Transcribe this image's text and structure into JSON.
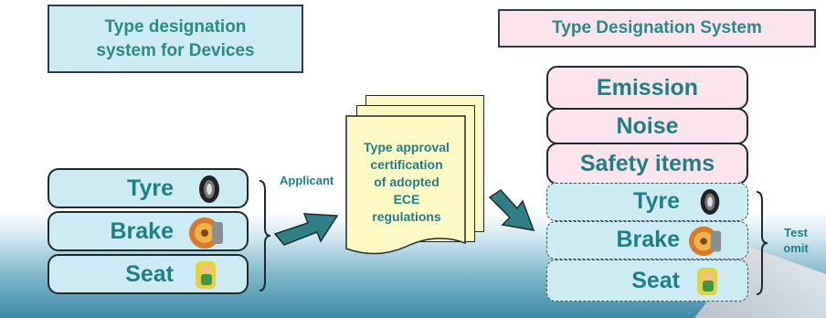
{
  "left_title": {
    "line1": "Type designation",
    "line2": "system for Devices"
  },
  "right_title": "Type Designation System",
  "devices": [
    {
      "label": "Tyre",
      "icon": "tyre-icon"
    },
    {
      "label": "Brake",
      "icon": "brake-disc-icon"
    },
    {
      "label": "Seat",
      "icon": "child-seat-icon"
    }
  ],
  "applicant_label": "Applicant",
  "document": {
    "line1": "Type approval",
    "line2": "certification",
    "line3": "of adopted",
    "line4": "ECE",
    "line5": "regulations"
  },
  "system_items": [
    {
      "label": "Emission"
    },
    {
      "label": "Noise"
    },
    {
      "label": "Safety items"
    }
  ],
  "system_devices": [
    {
      "label": "Tyre",
      "icon": "tyre-icon"
    },
    {
      "label": "Brake",
      "icon": "brake-disc-icon"
    },
    {
      "label": "Seat",
      "icon": "child-seat-icon"
    }
  ],
  "test_omit": {
    "line1": "Test",
    "line2": "omit"
  },
  "colors": {
    "text": "#1f7f86",
    "blue_fill": "#cdebf2",
    "pink_fill": "#fbe4ec",
    "doc_fill": "#fff9c4",
    "arrow": "#2f7f86"
  }
}
